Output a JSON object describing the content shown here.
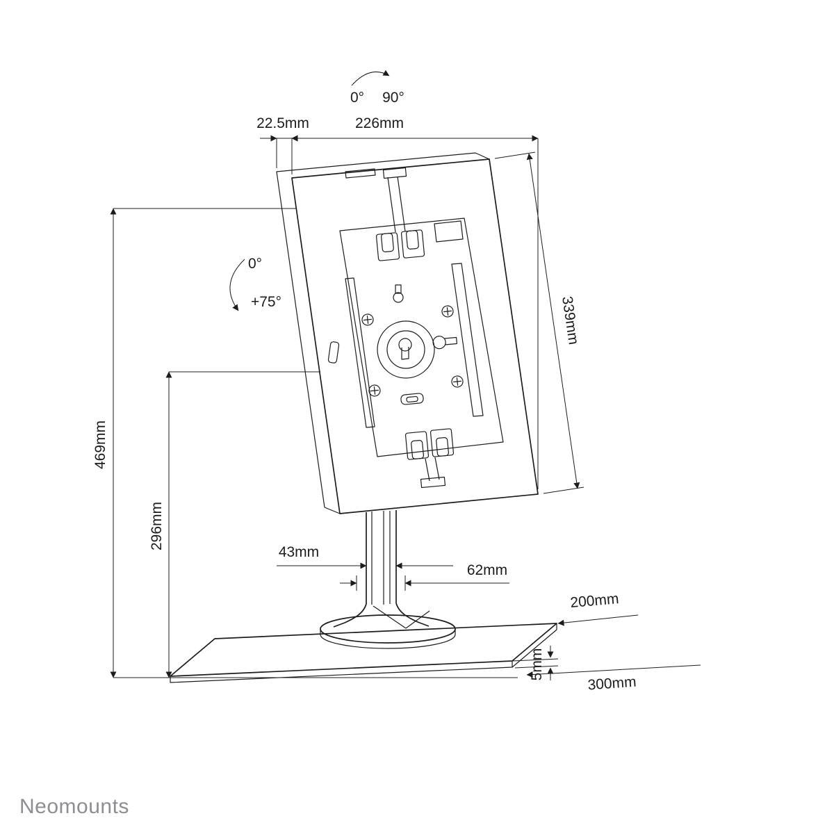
{
  "brand": {
    "name": "Neomounts"
  },
  "angles": {
    "swivel_start": "0°",
    "swivel_end": "90°",
    "tilt_start": "0°",
    "tilt_end": "+75°"
  },
  "dims": {
    "top_offset": "22.5mm",
    "width": "226mm",
    "panel_height": "339mm",
    "total_height": "469mm",
    "center_height": "296mm",
    "pole_width": "43mm",
    "pole_depth": "62mm",
    "base_depth": "200mm",
    "base_width": "300mm",
    "base_thickness": "5mm"
  },
  "colors": {
    "line": "#1c1c1c",
    "brand_text": "#8d8d92",
    "background": "#ffffff"
  }
}
